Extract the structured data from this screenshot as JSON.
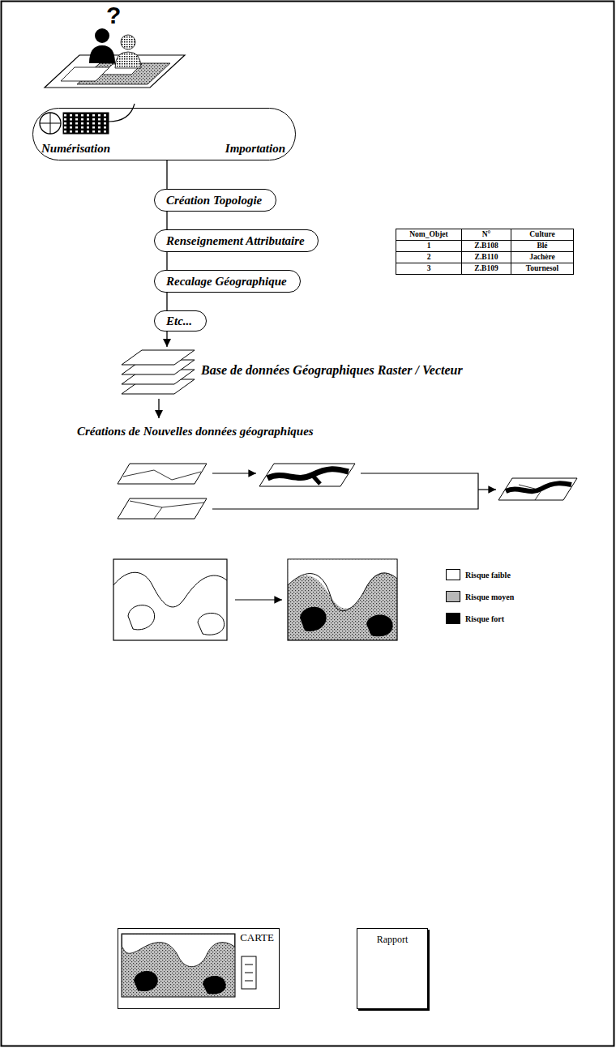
{
  "diagram": {
    "nodes": [
      {
        "text": [
          "Numérisation",
          "Importation"
        ]
      },
      {
        "text": [
          "Création Topologie"
        ]
      },
      {
        "text": [
          "Renseignement Attributaire"
        ]
      },
      {
        "text": [
          "Recalage Géographique"
        ]
      },
      {
        "text": [
          "Etc..."
        ]
      },
      {
        "text": [
          "Base de données Géographiques Raster / Vecteur"
        ]
      },
      {
        "text": [
          "CARTE"
        ]
      },
      {
        "text": [
          "Rapport"
        ]
      }
    ],
    "edges": [
      {
        "from": 0,
        "to": 1,
        "arrow": "none"
      },
      {
        "from": 1,
        "to": 2,
        "arrow": "none"
      },
      {
        "from": 2,
        "to": 3,
        "arrow": "none"
      },
      {
        "from": 3,
        "to": 4,
        "arrow": "none"
      },
      {
        "from": 4,
        "to": 5,
        "arrow": "to"
      }
    ],
    "labels": [
      "?",
      "Nom_Objet",
      "N°",
      "Culture",
      "1",
      "Z.B108",
      "Blé",
      "2",
      "Z.B110",
      "Jachère",
      "3",
      "Z.B109",
      "Tournesol",
      "Créations de Nouvelles données géographiques"
    ],
    "legend": [
      {
        "text": "Risque faible",
        "color": "#ffffff"
      },
      {
        "text": "Risque moyen",
        "color": "#b8b8b8"
      },
      {
        "text": "Risque fort",
        "color": "#000000"
      }
    ]
  }
}
